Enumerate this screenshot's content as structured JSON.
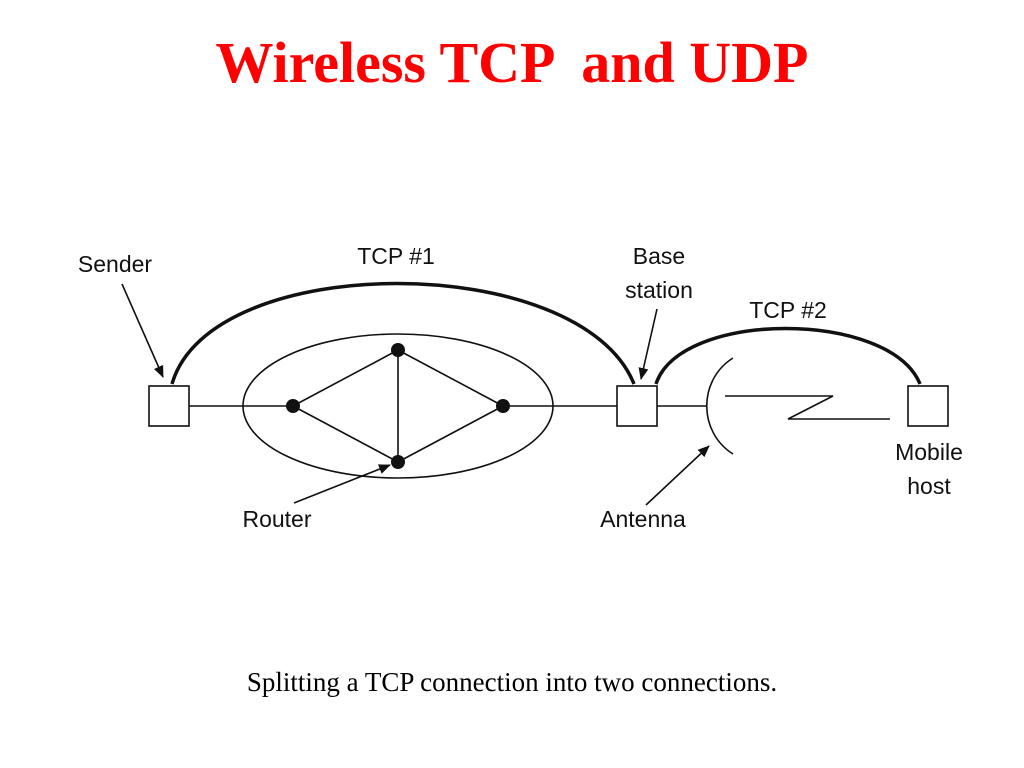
{
  "slide": {
    "title": "Wireless TCP  and UDP",
    "caption": "Splitting a TCP connection into two connections."
  },
  "diagram": {
    "labels": {
      "sender": "Sender",
      "tcp1": "TCP #1",
      "base_station_line1": "Base",
      "base_station_line2": "station",
      "tcp2": "TCP #2",
      "mobile_host_line1": "Mobile",
      "mobile_host_line2": "host",
      "router": "Router",
      "antenna": "Antenna"
    }
  },
  "colors": {
    "title": "#ff0000",
    "text": "#000000",
    "lines": "#111111",
    "background": "#ffffff"
  }
}
